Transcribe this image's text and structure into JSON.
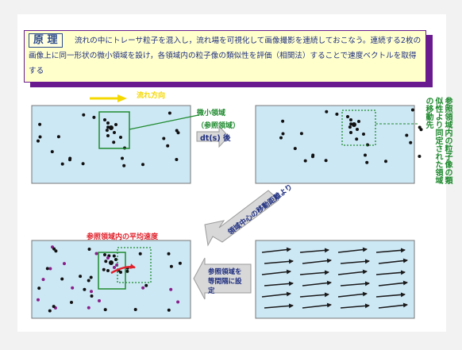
{
  "principle": {
    "tag": "原 理",
    "text": "流れの中にトレーサ粒子を混入し，流れ場を可視化して画像撮影を連続しておこなう。連続する2枚の画像上に同一形状の微小領域を設け，各領域内の粒子像の類似性を評価（相関法）することで速度ベクトルを取得する"
  },
  "labels": {
    "flow_direction": "流れ方向",
    "small_region_l1": "微小領域",
    "small_region_l2": "（参照領域）",
    "dt_after": "dt(s) 後",
    "estimated_destination": "参照領域内の粒子像の類似性より同定された領域の移動先",
    "center_travel": "領域中心の移動距離より",
    "mean_velocity": "参照領域内の平均速度",
    "set_regions": "参照領域を等間隔に設定"
  },
  "colors": {
    "panel_fill": "#cde8f5",
    "principle_fill": "#ffffcc",
    "principle_shadow": "#6a1a8f",
    "text_blue": "#1f2f80",
    "region_green": "#1e8a2e",
    "velocity_red": "#e0202a",
    "arrow_gray": "#d8d8d8",
    "flow_arrow_yellow": "#f5d800"
  }
}
